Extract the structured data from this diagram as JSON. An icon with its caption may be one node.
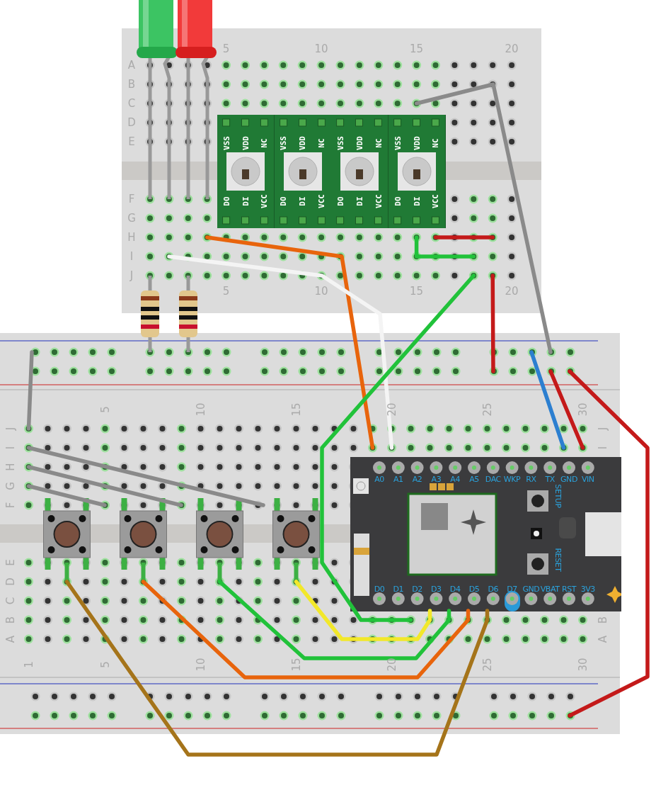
{
  "diagram": {
    "nodes": [
      {
        "text": [
          "VSS",
          "VDD",
          "NC",
          "DO",
          "DI",
          "VCC"
        ]
      },
      {
        "text": [
          "VSS",
          "VDD",
          "NC",
          "DO",
          "DI",
          "VCC"
        ]
      },
      {
        "text": [
          "VSS",
          "VDD",
          "NC",
          "DO",
          "DI",
          "VCC"
        ]
      },
      {
        "text": [
          "VSS",
          "VDD",
          "NC",
          "DO",
          "DI",
          "VCC"
        ]
      },
      {
        "text": [
          "A0",
          "A1",
          "A2",
          "A3",
          "A4",
          "A5",
          "DAC",
          "WKP",
          "RX",
          "TX",
          "GND",
          "VIN",
          "D0",
          "D1",
          "D2",
          "D3",
          "D4",
          "D5",
          "D6",
          "D7",
          "GND",
          "VBAT",
          "RST",
          "3V3",
          "SETUP",
          "RESET"
        ]
      },
      {
        "text": [],
        "shape": "box"
      },
      {
        "text": [],
        "shape": "box"
      },
      {
        "text": [],
        "shape": "box"
      },
      {
        "text": [],
        "shape": "box"
      }
    ],
    "edges": [
      {
        "from": 5,
        "to": 4,
        "arrow": "none",
        "color": "#a5741a"
      },
      {
        "from": 6,
        "to": 4,
        "arrow": "none",
        "color": "#e8640c"
      },
      {
        "from": 7,
        "to": 4,
        "arrow": "none",
        "color": "#21c23a"
      },
      {
        "from": 8,
        "to": 4,
        "arrow": "none",
        "color": "#f2e82a"
      }
    ],
    "labels": [
      "5",
      "10",
      "15",
      "20",
      "A",
      "B",
      "C",
      "D",
      "E",
      "F",
      "G",
      "H",
      "I",
      "J",
      "5",
      "10",
      "15",
      "20",
      "5",
      "10",
      "15",
      "20",
      "25",
      "30",
      "J",
      "I",
      "H",
      "G",
      "F",
      "E",
      "D",
      "C",
      "B",
      "A",
      "J",
      "I",
      "B",
      "A",
      "1",
      "5",
      "10",
      "15",
      "20",
      "25",
      "30"
    ]
  }
}
